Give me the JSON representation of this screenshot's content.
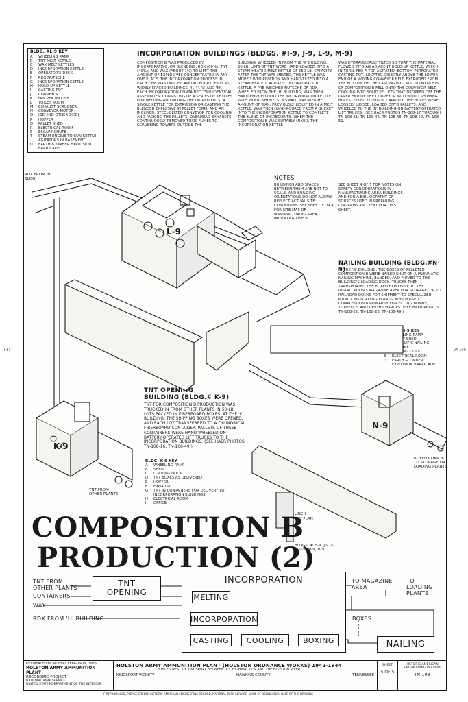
{
  "edge_marks": {
    "left": "I-81",
    "right": "VA-100"
  },
  "key_l9": {
    "title": "BLDG. #L-9 KEY",
    "items": [
      {
        "l": "A",
        "t": "WHEELING RAMP"
      },
      {
        "l": "B",
        "t": "TNT MELT KETTLE"
      },
      {
        "l": "C",
        "t": "WAX MELT KETTLES"
      },
      {
        "l": "D",
        "t": "INCORPORATION KETTLE"
      },
      {
        "l": "E",
        "t": "OPERATOR'S DECK"
      },
      {
        "l": "F",
        "t": "RDX NUTSCHE"
      },
      {
        "l": "G",
        "t": "INCORPORATION KETTLE"
      },
      {
        "l": "H",
        "t": "HOLD-UP KETTLE"
      },
      {
        "l": "I",
        "t": "CASTING POT"
      },
      {
        "l": "J",
        "t": "CONVEYOR"
      },
      {
        "l": "K",
        "t": "FAN PENTHOUSE"
      },
      {
        "l": "L",
        "t": "TOILET ROOM"
      },
      {
        "l": "M",
        "t": "EXHAUST SCRUBBER"
      },
      {
        "l": "N",
        "t": "CONVEYOR MOTOR"
      },
      {
        "l": "O",
        "t": "(BEHIND OTHER SIDE)"
      },
      {
        "l": "P",
        "t": "HOPPER"
      },
      {
        "l": "Q",
        "t": "PALLET SHED"
      },
      {
        "l": "R",
        "t": "ELECTRICAL ROOM"
      },
      {
        "l": "S",
        "t": "ESCAPE CHUTE"
      },
      {
        "l": "T",
        "t": "STEAM ENGINE TO RUN KETTLE AGITATORS IN BASEMENT"
      },
      {
        "l": "U",
        "t": "EARTH & TIMBER EXPLOSION BARRICADE"
      }
    ]
  },
  "incorporation": {
    "title": "INCORPORATION BUILDINGS (BLDGS. #I-9, J-9, L-9, M-9)",
    "col1": "COMPOSITION B WAS PRODUCED BY INCORPORATING, OR BLENDING, RDX (60%), TNT (40%), AND WAX (ABOUT 1%) TO LIMIT THE AMOUNT OF EXPLOSIVES CONCENTRATED IN ANY ONE PLACE, THE INCORPORATION PROCESS IN EACH LINE WAS DIVIDED AMONG FOUR IDENTICAL, WIDELY SPACED BUILDINGS, 'I', 'J', 'L' AND 'M'. EACH INCORPORATION CONTAINED TWO IDENTICAL ASSEMBLIES, CONSISTING OF A SERIES OF KETTLES FOR MELTING AND MIXING THE INGREDIENTS, A SINGLE KETTLE FOR EXTRUDING OR CASTING THE BLENDED EXPLOSIVE IN PELLET FORM, AND AN INCLINED, STEEL-BELTED CONVEYOR FOR COOLING AND PACKING THE PELLETS. OVERHEAD EXHAUSTS CONTINUOUSLY REMOVED TOXIC FUMES TO SCRUBBING TOWERS OUTSIDE THE",
    "col2": "BUILDING. WHEELED IN FROM THE 'K' BUILDING, 50-LB. LOTS OF TNT WERE HAND-LOADED INTO A STEAM-HEATED MELT KETTLE OF 550-LB. CAPACITY. AFTER THE TNT WAS MELTED, THE KETTLE WAS MOVED INTO POSITION AND HAND-TILTED INTO A STEAM-HEATED, AGITATED INCORPORATION KETTLE. A PRE-WEIGHED NUTSCHE OF RDX, WHEELED FROM THE 'H' BUILDING, WAS THEN HAND-EMPTIED INTO THE INCORPORATION KETTLE WITH WOOD SHOVELS. A SMALL, PRE-WEIGHED AMOUNT OF WAX, PREVIOUSLY LIQUIFIED IN A MELT KETTLE, WAS THEN HAND-POURED FROM A BUCKET INTO THE INCORPORATION KETTLE TO COMPLETE THE BLEND OF INGREDIENTS. WHEN THE COMPOSITION B WAS SUITABLY MIXED, THE INCORPORATION KETTLE",
    "col3": "WAS HYDRAULICALLY TILTED SO THAT THE MATERIAL FLOWED INTO AN ADJACENT HOLD-UP KETTLE, WHICH, IN TURN, FED A TOP-AGITATED, BOTTOM-PERFORATED CASTING POT, LOCATED DIRECTLY ABOVE THE LOWER END OF A MOVING CONVEYOR BELT. EXTRUDED FROM THE BOTTOM OF THE CASTING POT, VISCID DROPLETS OF COMPOSITION B FELL ONTO THE CONVEYOR BELT, COOLING INTO SOLID PELLETS THAT DROPPED OFF THE UPPER END OF THE CONVEYOR INTO WOOD SHIPPING BOXES. FILLED TO 50-LB. CAPACITY, THE BOXES WERE LOOSELY LIDDED, LOADED ONTO PALLETS, AND WHEELED TO THE 'N' BUILDING ON BATTERY-OPERATED LIFT TRUCKS. (SEE HAER PHOTOS TN-108-17 THROUGH TN-108-21; TN-108-46, TN-108-48, TN-108-50, TN-108-51.)"
  },
  "notes": {
    "title": "NOTES",
    "col1": "BUILDINGS AND SPACES BETWEEN THEM ARE NOT TO SCALE, AND BUILDING ORIENTATIONS DO NOT ALWAYS REFLECT ACTUAL SITE CONDITIONS. SEE SHEET 1 OR 4 FOR SITE MAP OF MANUFACTURING AREA, INCLUDING LINE 9.",
    "col2": "SEE SHEET 4 OF 5 FOR NOTES ON SAFETY CONSIDERATIONS IN MANUFACTURING AREA BUILDINGS AND FOR A BIBLIOGRAPHY OF SOURCES USED IN PREPARING DIAGRAMS AND TEXT FOR THIS SHEET."
  },
  "nailing": {
    "title": "NAILING BUILDING (BLDG.#N-9)",
    "body": "IN THE 'N' BUILDING, THE BOXES OF PELLETED COMPOSITION B WERE NAILED SHUT ON A PNEUMATIC NAILING MACHINE, BANDED, AND MOVED TO THE BUILDING'S LOADING DOCK. TRUCKS THEN TRANSPORTED THE BOXED EXPLOSIVE TO THE INSTALLATION'S MAGAZINE AREA FOR STORAGE, OR TO RAILROAD DOCKS FOR SHIPMENT TO SPECIALIZED MUNITIONS LOADING PLANTS, WHICH USED COMPOSITION B PRIMARILY FOR FILLING BOMBS, TORPEDOS AND DEPTH CHARGES. (SEE HAER PHOTOS TN-108-22, TN-108-23, TN-108-49.)"
  },
  "key_n9": {
    "title": "BLDG. #N-9 KEY",
    "items": [
      {
        "l": "A",
        "t": "WHEELING RAMP"
      },
      {
        "l": "B",
        "t": "PALLET SHED"
      },
      {
        "l": "C",
        "t": "PNEUMATIC NAILING MACHINE"
      },
      {
        "l": "D",
        "t": "LOADING DOCK"
      },
      {
        "l": "E",
        "t": "ELECTRICAL ROOM"
      },
      {
        "l": "U",
        "t": "EARTH & TIMBER EXPLOSION BARRICADE"
      }
    ]
  },
  "tnt_opening": {
    "title_1": "TNT OPENING",
    "title_2": "BUILDING (BLDG.# K-9)",
    "body": "TNT FOR COMPOSITION B PRODUCTION WAS TRUCKED IN FROM OTHER PLANTS IN 50-LB. LOTS PACKED IN FIBERBOARD BOXES. AT THE 'K' BUILDING, THE SHIPPING BOXES WERE OPENED, AND EACH LOT TRANSFERRED TO A CYLINDRICAL FIBERBOARD CONTAINER. PALLETS OF THESE CONTAINERS WERE HAND-WHEELED ON BATTERY-OPERATED LIFT TRUCKS TO THE INCORPORATION BUILDINGS. (SEE HAER PHOTOS TN-108-16, TN-108-49.)"
  },
  "key_k9": {
    "title": "BLDG. K-9 KEY",
    "items": [
      {
        "l": "A",
        "t": "WHEELING RAMP"
      },
      {
        "l": "B",
        "t": "SHED"
      },
      {
        "l": "C",
        "t": "LOADING DOCK"
      },
      {
        "l": "D",
        "t": "TNT BOXES AS DELIVERED"
      },
      {
        "l": "E",
        "t": "HOPPER"
      },
      {
        "l": "F",
        "t": "EXHAUST"
      },
      {
        "l": "G",
        "t": "TNT IN CONTAINERS FOR DELIVERY TO INCORPORATION BUILDINGS"
      },
      {
        "l": "H",
        "t": "ELECTRICAL ROOM"
      },
      {
        "l": "I",
        "t": "OFFICE"
      }
    ]
  },
  "drawing_labels": {
    "rdx_from": "RDX FROM 'H' BLDG.",
    "l9": "L-9",
    "k9": "K-9",
    "n9": "N-9",
    "tnt_from": "TNT FROM OTHER PLANTS",
    "boxed": "BOXED COMP. B TO STORAGE OR LOADING PLANTS",
    "key_plan_1": "LINE 9",
    "key_plan_2": "KEY PLAN",
    "key_plan_bldgs": "BLDGS. # H-9, J-9, K-9, L-9, M-9, N-9"
  },
  "main_title": {
    "line1": "COMPOSITION B",
    "line2": "PRODUCTION (2)"
  },
  "flow": {
    "tnt_from": "TNT FROM",
    "other_plants": "OTHER PLANTS",
    "containers": "CONTAINERS",
    "wax": "WAX",
    "rdx": "RDX FROM 'H' BUILDING",
    "tnt_opening_1": "TNT",
    "tnt_opening_2": "OPENING",
    "incorporation_big": "INCORPORATION",
    "melting": "MELTING",
    "incorporation": "INCORPORATION",
    "casting": "CASTING",
    "cooling": "COOLING",
    "boxing": "BOXING",
    "to_magazine": "TO MAGAZINE AREA",
    "to_loading": "TO LOADING PLANTS",
    "boxes": "BOXES",
    "nailing": "NAILING"
  },
  "title_block": {
    "delineator": "DELINEATED BY: ROBERT FERGUSON, 1986",
    "program_1": "HOLSTON ARMY AMMUNITION PLANT",
    "program_2": "RECORDING PROJECT",
    "program_3": "NATIONAL PARK SERVICE",
    "program_4": "UNITED STATES DEPARTMENT OF THE INTERIOR",
    "name": "HOLSTON ARMY AMMUNITION PLANT (HOLSTON ORDNANCE WORKS) 1942-1944",
    "location": "3 MILES WEST OF KINGSPORT BETWEEN U.S. HIGHWAY 11W AND THE HOLSTON RIVER",
    "vicinity": "KINGSPORT VICINITY",
    "county": "HAWKINS COUNTY",
    "state": "TENNESSEE",
    "sheet_label": "SHEET",
    "sheet": "5 of 5",
    "haer_1": "HISTORIC AMERICAN",
    "haer_2": "ENGINEERING RECORD",
    "haer_no": "TN-108",
    "footer": "IF REPRODUCED, PLEASE CREDIT: HISTORIC AMERICAN ENGINEERING RECORD, NATIONAL PARK SERVICE, NAME OF DELINEATOR, DATE OF THE DRAWING"
  }
}
